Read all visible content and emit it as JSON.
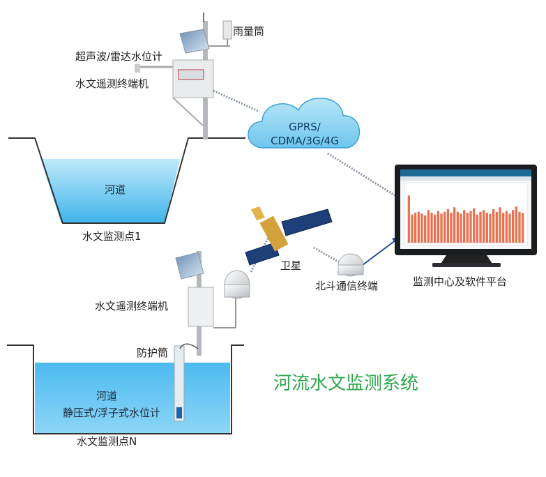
{
  "title": "河流水文监测系统",
  "cloud": {
    "line1": "GPRS/",
    "line2": "CDMA/3G/4G"
  },
  "station1": {
    "rain_gauge": "雨量筒",
    "level_meter": "超声波/雷达水位计",
    "terminal": "水文遥测终端机",
    "river": "河道",
    "site": "水文监测点1"
  },
  "stationN": {
    "terminal": "水文遥测终端机",
    "pipe": "防护筒",
    "river": "河道",
    "level_meter": "静压式/浮子式水位计",
    "site": "水文监测点N"
  },
  "satellite": "卫星",
  "beidou": "北斗通信终端",
  "platform": "监测中心及软件平台",
  "colors": {
    "title": "#2fa84f",
    "cloud": "#8fd3ef",
    "water": "#5fc3ef",
    "bars": "#e8714f"
  },
  "chart_data": {
    "type": "bar",
    "title": "",
    "values": [
      5.2,
      3.1,
      3.3,
      3.4,
      3.2,
      3.0,
      3.6,
      3.3,
      3.1,
      3.5,
      3.2,
      3.4,
      3.7,
      3.3,
      3.9,
      3.4,
      3.2,
      3.6,
      3.3,
      3.5,
      3.8,
      3.1,
      3.4,
      3.6,
      3.3,
      3.2,
      3.7,
      3.4,
      3.9,
      3.3,
      3.5,
      3.2,
      3.6,
      4.0,
      3.4,
      3.3
    ],
    "ylim": [
      0,
      6
    ]
  }
}
